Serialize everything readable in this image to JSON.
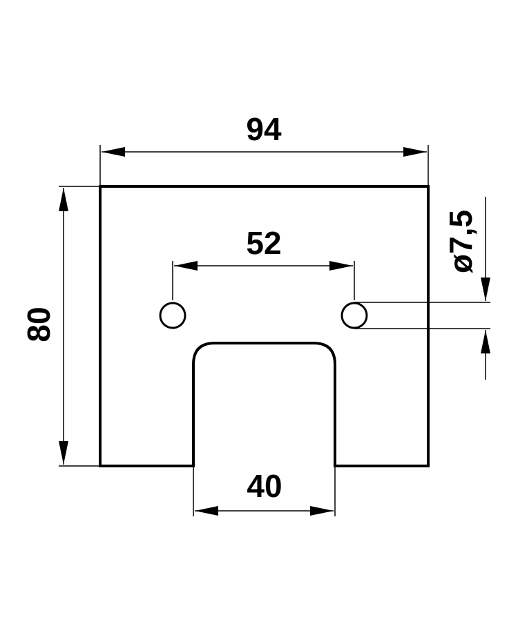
{
  "dimensions": {
    "overall_width": "94",
    "overall_height": "80",
    "hole_spacing": "52",
    "hole_diameter": "ø7,5",
    "slot_width": "40"
  },
  "colors": {
    "line": "#000000",
    "background": "#ffffff"
  }
}
